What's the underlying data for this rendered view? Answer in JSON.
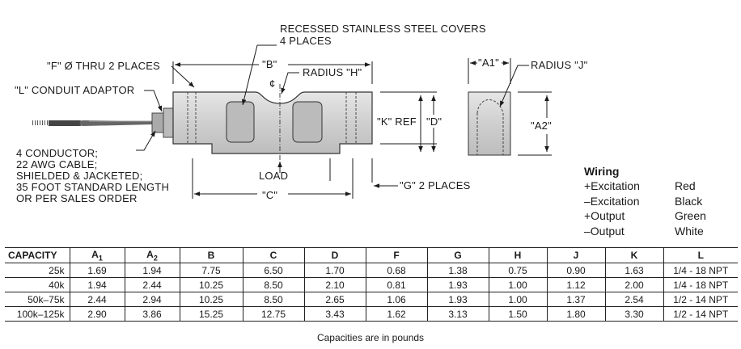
{
  "drawing": {
    "callouts": {
      "covers_line1": "RECESSED STAINLESS STEEL COVERS",
      "covers_line2": "4 PLACES",
      "f_thru": "\"F\" Ø THRU 2 PLACES",
      "l_conduit": "\"L\" CONDUIT ADAPTOR",
      "b_dim": "\"B\"",
      "radius_h": "RADIUS \"H\"",
      "centerline": "¢",
      "k_ref": "\"K\" REF",
      "d_dim": "\"D\"",
      "load": "LOAD",
      "g_places": "\"G\" 2 PLACES",
      "c_dim": "\"C\"",
      "a1_dim": "\"A1\"",
      "radius_j": "RADIUS \"J\"",
      "a2_dim": "\"A2\"",
      "cable_lines": [
        "4 CONDUCTOR;",
        "22 AWG CABLE;",
        "SHIELDED & JACKETED;",
        "35 FOOT STANDARD LENGTH",
        "OR PER SALES ORDER"
      ]
    }
  },
  "wiring": {
    "title": "Wiring",
    "rows": [
      {
        "signal": "+Excitation",
        "color": "Red"
      },
      {
        "signal": "–Excitation",
        "color": "Black"
      },
      {
        "signal": "+Output",
        "color": "Green"
      },
      {
        "signal": "–Output",
        "color": "White"
      }
    ]
  },
  "table": {
    "headers": [
      {
        "main": "CAPACITY",
        "sub": ""
      },
      {
        "main": "A",
        "sub": "1"
      },
      {
        "main": "A",
        "sub": "2"
      },
      {
        "main": "B",
        "sub": ""
      },
      {
        "main": "C",
        "sub": ""
      },
      {
        "main": "D",
        "sub": ""
      },
      {
        "main": "F",
        "sub": ""
      },
      {
        "main": "G",
        "sub": ""
      },
      {
        "main": "H",
        "sub": ""
      },
      {
        "main": "J",
        "sub": ""
      },
      {
        "main": "K",
        "sub": ""
      },
      {
        "main": "L",
        "sub": ""
      }
    ],
    "rows": [
      [
        "25k",
        "1.69",
        "1.94",
        "7.75",
        "6.50",
        "1.70",
        "0.68",
        "1.38",
        "0.75",
        "0.90",
        "1.63",
        "1/4 - 18 NPT"
      ],
      [
        "40k",
        "1.94",
        "2.44",
        "10.25",
        "8.50",
        "2.10",
        "0.81",
        "1.93",
        "1.00",
        "1.12",
        "2.00",
        "1/4 - 18 NPT"
      ],
      [
        "50k–75k",
        "2.44",
        "2.94",
        "10.25",
        "8.50",
        "2.65",
        "1.06",
        "1.93",
        "1.00",
        "1.37",
        "2.54",
        "1/2 - 14 NPT"
      ],
      [
        "100k–125k",
        "2.90",
        "3.86",
        "15.25",
        "12.75",
        "3.43",
        "1.62",
        "3.13",
        "1.50",
        "1.80",
        "3.30",
        "1/2 - 14 NPT"
      ]
    ],
    "note": "Capacities are in pounds"
  }
}
